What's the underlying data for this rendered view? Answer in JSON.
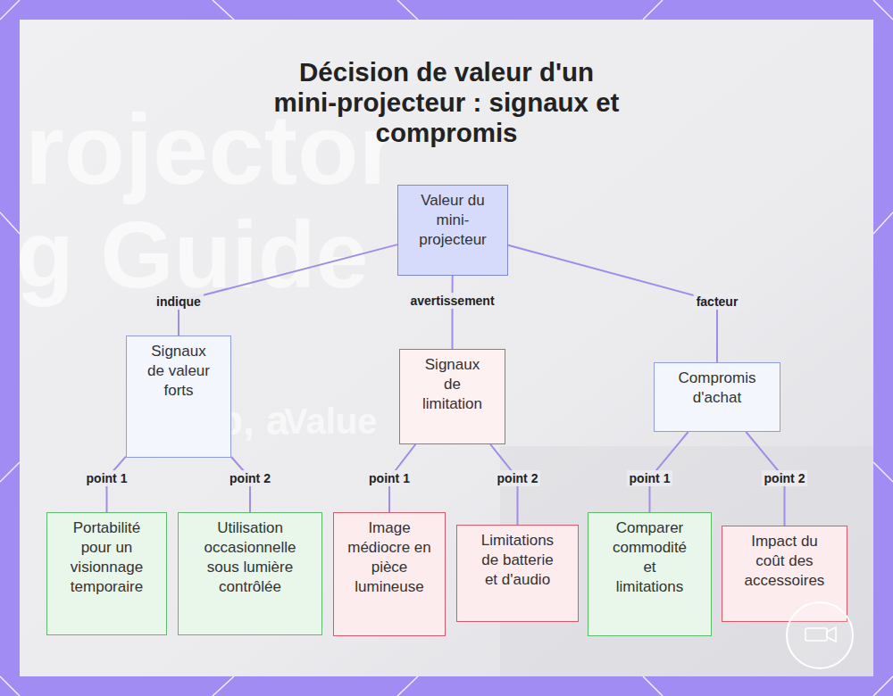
{
  "diagram": {
    "title": "Décision de valeur d'un mini-projecteur : signaux et compromis",
    "nodes": [
      {
        "text": [
          "Valeur du mini-projecteur"
        ]
      },
      {
        "text": [
          "Signaux de valeur forts"
        ]
      },
      {
        "text": [
          "Signaux de limitation"
        ]
      },
      {
        "text": [
          "Compromis d'achat"
        ]
      },
      {
        "text": [
          "Portabilité pour un visionnage temporaire"
        ]
      },
      {
        "text": [
          "Utilisation occasionnelle sous lumière contrôlée"
        ]
      },
      {
        "text": [
          "Image médiocre en pièce lumineuse"
        ]
      },
      {
        "text": [
          "Limitations de batterie et d'audio"
        ]
      },
      {
        "text": [
          "Comparer commodité et limitations"
        ]
      },
      {
        "text": [
          "Impact du coût des accessoires"
        ]
      }
    ],
    "edges": [
      {
        "from": 0,
        "to": 1,
        "label": "indique",
        "arrow": "none"
      },
      {
        "from": 0,
        "to": 2,
        "label": "avertissement",
        "arrow": "none"
      },
      {
        "from": 0,
        "to": 3,
        "label": "facteur",
        "arrow": "none"
      },
      {
        "from": 1,
        "to": 4,
        "label": "point 1",
        "arrow": "none"
      },
      {
        "from": 1,
        "to": 5,
        "label": "point 2",
        "arrow": "none"
      },
      {
        "from": 2,
        "to": 6,
        "label": "point 1",
        "arrow": "none"
      },
      {
        "from": 2,
        "to": 7,
        "label": "point 2",
        "arrow": "none"
      },
      {
        "from": 3,
        "to": 8,
        "label": "point 1",
        "arrow": "none"
      },
      {
        "from": 3,
        "to": 9,
        "label": "point 2",
        "arrow": "none"
      }
    ],
    "labels": [
      "rojector",
      "g Guide",
      "p, a",
      "Value"
    ]
  }
}
